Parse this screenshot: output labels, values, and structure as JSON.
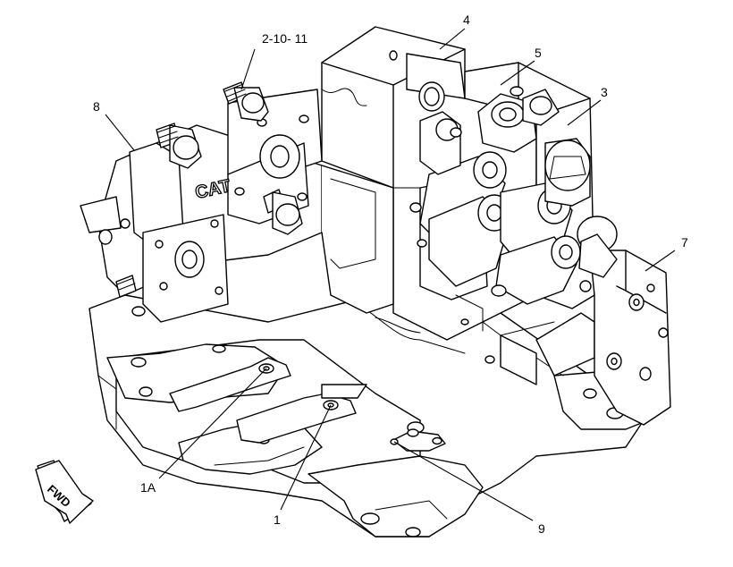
{
  "callouts": {
    "c_2_10_11": "2-10- 11",
    "c_4": "4",
    "c_5": "5",
    "c_3": "3",
    "c_8": "8",
    "c_7": "7",
    "c_1A": "1A",
    "c_1": "1",
    "c_9": "9"
  },
  "direction_arrow": {
    "label": "FWD"
  },
  "logo": {
    "text": "CAT"
  }
}
